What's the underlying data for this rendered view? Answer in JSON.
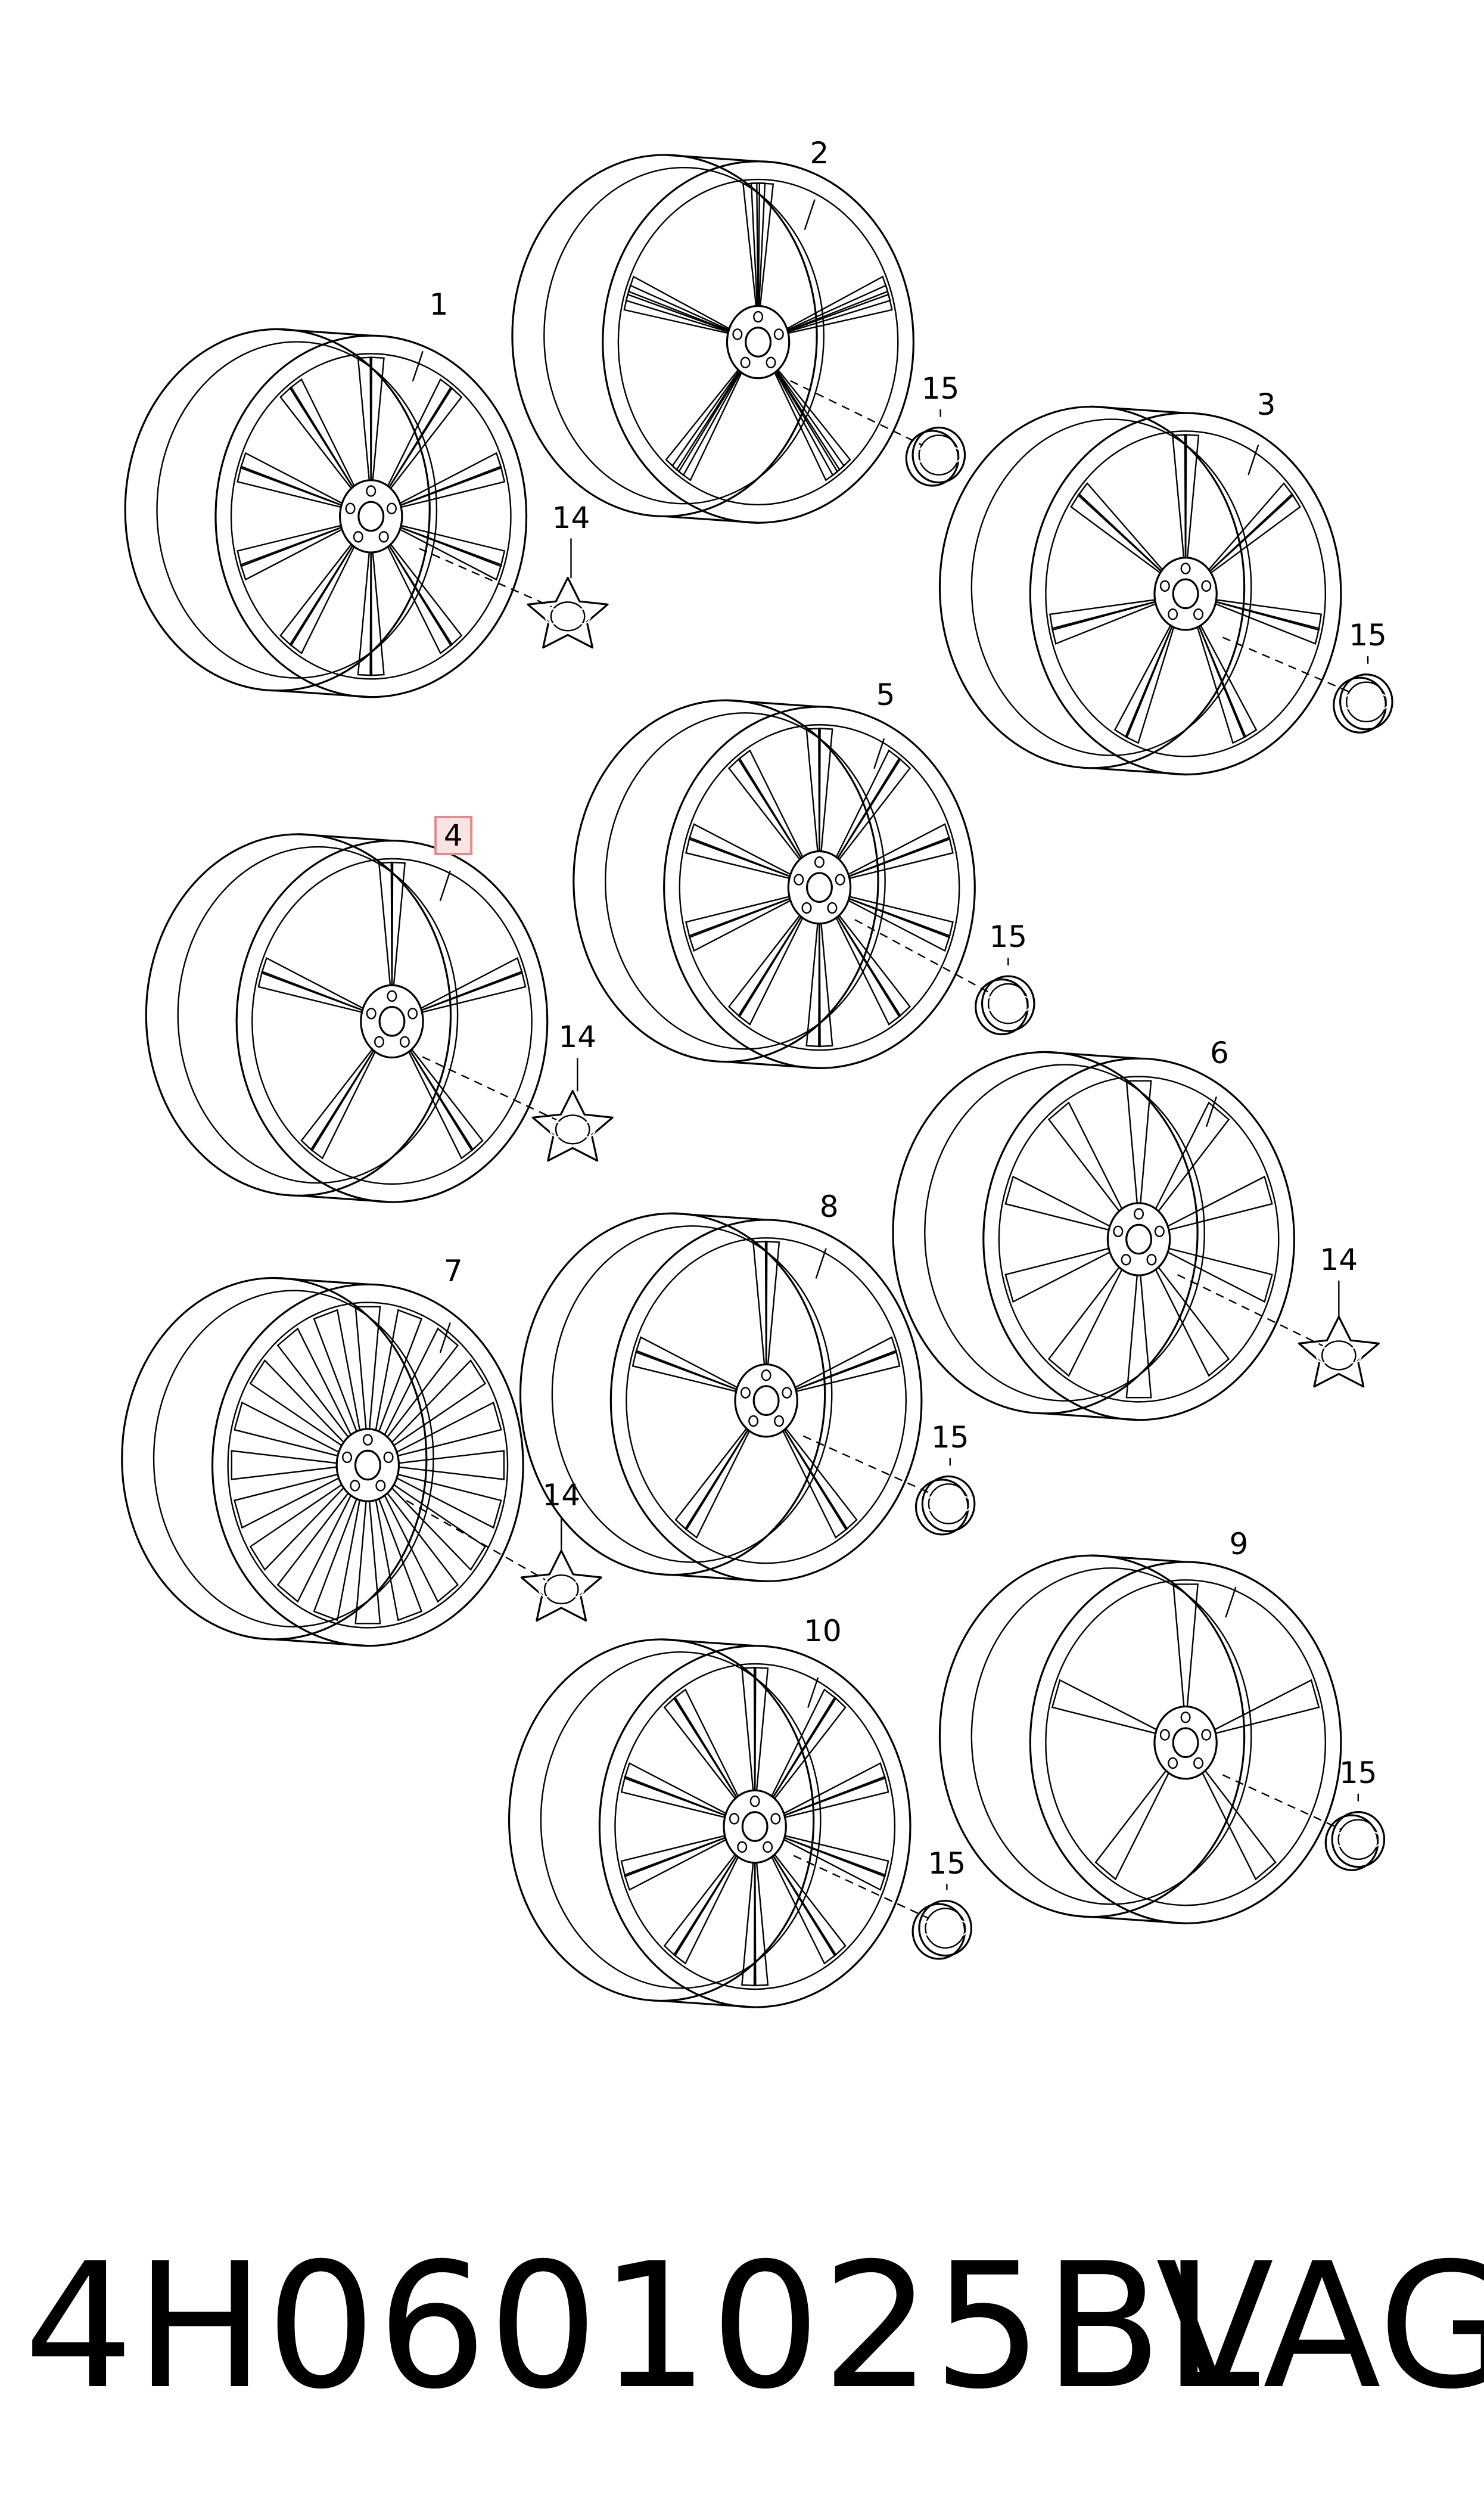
{
  "diagram": {
    "part_number": "4H0601025BL",
    "brand": "VAG",
    "highlighted_item": "4",
    "wheels": [
      {
        "label": "1",
        "spokes": 10,
        "style": "double"
      },
      {
        "label": "2",
        "spokes": 5,
        "style": "triple"
      },
      {
        "label": "3",
        "spokes": 7,
        "style": "double"
      },
      {
        "label": "4",
        "spokes": 5,
        "style": "double"
      },
      {
        "label": "5",
        "spokes": 10,
        "style": "double"
      },
      {
        "label": "6",
        "spokes": 10,
        "style": "single"
      },
      {
        "label": "7",
        "spokes": 20,
        "style": "single"
      },
      {
        "label": "8",
        "spokes": 5,
        "style": "double"
      },
      {
        "label": "9",
        "spokes": 5,
        "style": "single"
      },
      {
        "label": "10",
        "spokes": 10,
        "style": "double"
      }
    ],
    "caps": [
      {
        "label": "14",
        "type": "star"
      },
      {
        "label": "15",
        "type": "round"
      },
      {
        "label": "15",
        "type": "round"
      },
      {
        "label": "14",
        "type": "star"
      },
      {
        "label": "15",
        "type": "round"
      },
      {
        "label": "14",
        "type": "star"
      },
      {
        "label": "14",
        "type": "star"
      },
      {
        "label": "15",
        "type": "round"
      },
      {
        "label": "15",
        "type": "round"
      },
      {
        "label": "15",
        "type": "round"
      }
    ]
  }
}
